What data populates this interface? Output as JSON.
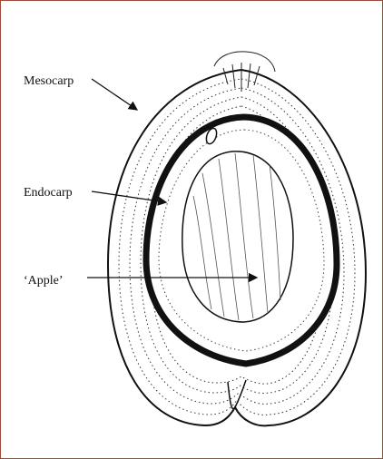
{
  "labels": {
    "mesocarp": "Mesocarp",
    "endocarp": "Endocarp",
    "apple": "‘Apple’"
  },
  "colors": {
    "frame": "#9c4a3a",
    "ink": "#111111",
    "background": "#ffffff"
  }
}
